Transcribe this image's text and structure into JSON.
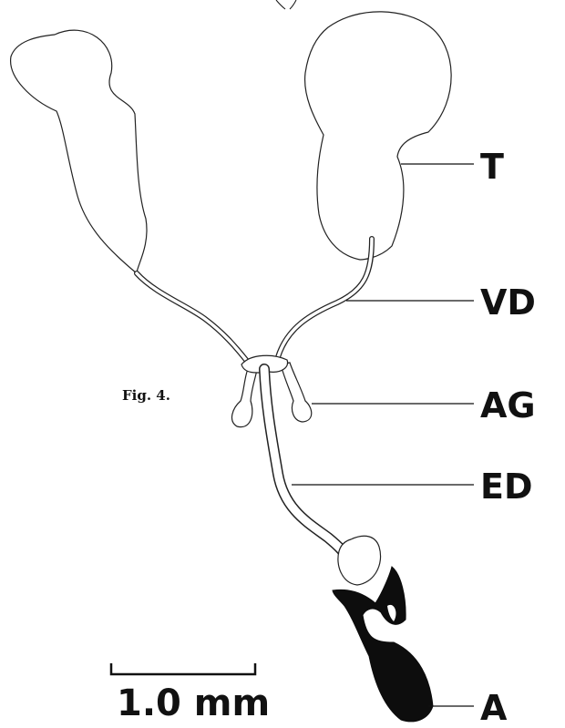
{
  "figure": {
    "caption": "Fig. 4.",
    "scale_bar": {
      "text": "1.0 mm"
    },
    "labels": {
      "testis": "T",
      "vas_deferens": "VD",
      "accessory_gland": "AG",
      "ejaculatory_duct": "ED",
      "aedeagus": "A"
    },
    "colors": {
      "line": "#111111",
      "organ_fill": "#ffffff",
      "sclerite": "#0d0d0d"
    }
  }
}
